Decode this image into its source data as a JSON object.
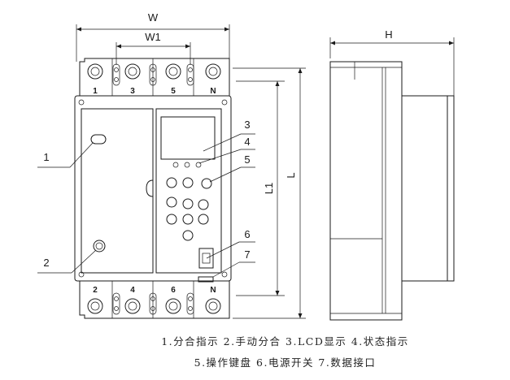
{
  "dimensions": {
    "w": "W",
    "w1": "W1",
    "h": "H",
    "l1": "L1",
    "l": "L"
  },
  "terminals_top": [
    "1",
    "3",
    "5",
    "N"
  ],
  "terminals_bottom": [
    "2",
    "4",
    "6",
    "N"
  ],
  "callouts": [
    "1",
    "2",
    "3",
    "4",
    "5",
    "6",
    "7"
  ],
  "caption": {
    "line1": "1.分合指示 2.手动分合 3.LCD显示 4.状态指示",
    "line2": "5.操作键盘 6.电源开关 7.数据接口"
  }
}
